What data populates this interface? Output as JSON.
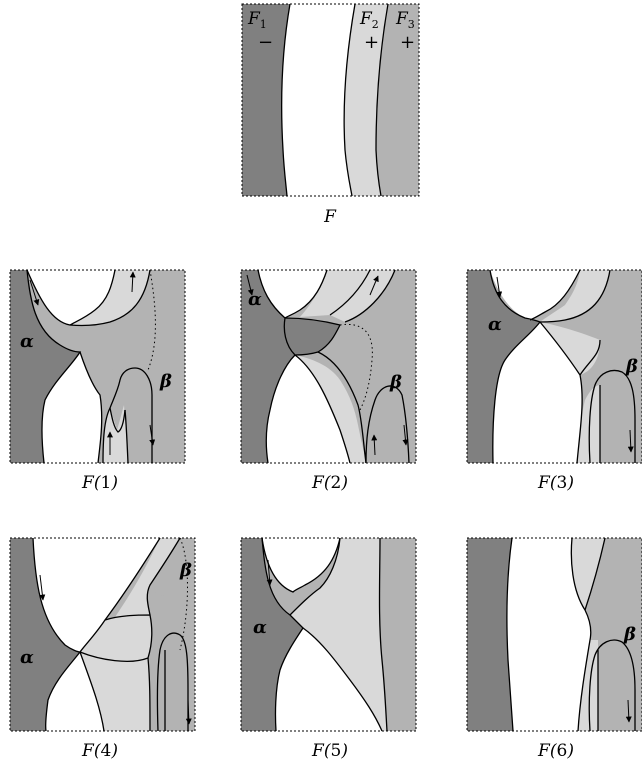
{
  "colors": {
    "dark": "#808080",
    "mid": "#b3b3b3",
    "light": "#d9d9d9",
    "white": "#ffffff"
  },
  "top_panel": {
    "caption": "F",
    "sheet1": {
      "letter": "F",
      "index": "1",
      "sign": "−"
    },
    "sheet2": {
      "letter": "F",
      "index": "2",
      "sign": "+"
    },
    "sheet3": {
      "letter": "F",
      "index": "3",
      "sign": "+"
    }
  },
  "panels": [
    {
      "caption_prefix": "F(",
      "caption_num": "1",
      "caption_suffix": ")",
      "alpha": "α",
      "beta": "β"
    },
    {
      "caption_prefix": "F(",
      "caption_num": "2",
      "caption_suffix": ")",
      "alpha": "α",
      "beta": "β"
    },
    {
      "caption_prefix": "F(",
      "caption_num": "3",
      "caption_suffix": ")",
      "alpha": "α",
      "beta": "β"
    },
    {
      "caption_prefix": "F(",
      "caption_num": "4",
      "caption_suffix": ")",
      "alpha": "α",
      "beta": "β"
    },
    {
      "caption_prefix": "F(",
      "caption_num": "5",
      "caption_suffix": ")",
      "alpha": "α"
    },
    {
      "caption_prefix": "F(",
      "caption_num": "6",
      "caption_suffix": ")",
      "beta": "β"
    }
  ]
}
